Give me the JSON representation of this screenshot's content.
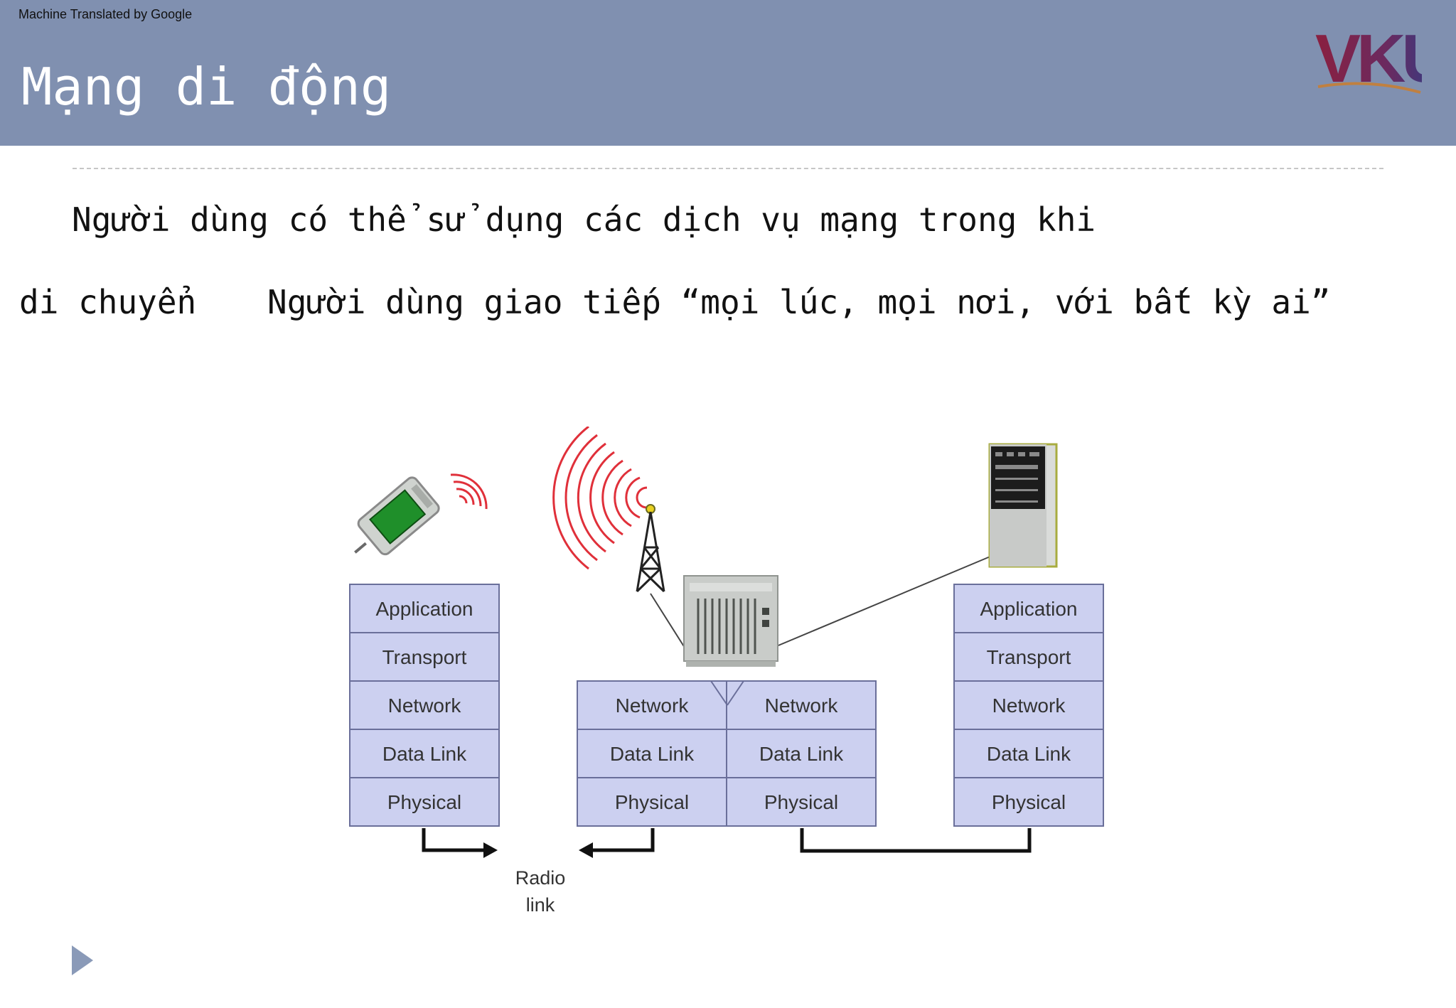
{
  "header": {
    "translation_note": "Machine Translated by Google",
    "title": "Mạng di động",
    "logo_text": "VKU"
  },
  "content": {
    "line1": "Người dùng có thể sử dụng các dịch vụ mạng trong khi",
    "line2_part1": "di chuyển",
    "line2_part2": "Người dùng giao tiếp “mọi lúc, mọi nơi, với bất kỳ ai”"
  },
  "diagram": {
    "left_stack": [
      "Application",
      "Transport",
      "Network",
      "Data Link",
      "Physical"
    ],
    "middle_left": [
      "Network",
      "Data Link",
      "Physical"
    ],
    "middle_right": [
      "Network",
      "Data Link",
      "Physical"
    ],
    "right_stack": [
      "Application",
      "Transport",
      "Network",
      "Data Link",
      "Physical"
    ],
    "radio_label_1": "Radio",
    "radio_label_2": "link"
  },
  "colors": {
    "header_bg": "#8090b0",
    "layer_fill": "#ccd0f0",
    "layer_stroke": "#6a6f9a",
    "wave_red": "#e0303a",
    "logo_red": "#8a2040",
    "logo_blue": "#2a3f8a"
  }
}
